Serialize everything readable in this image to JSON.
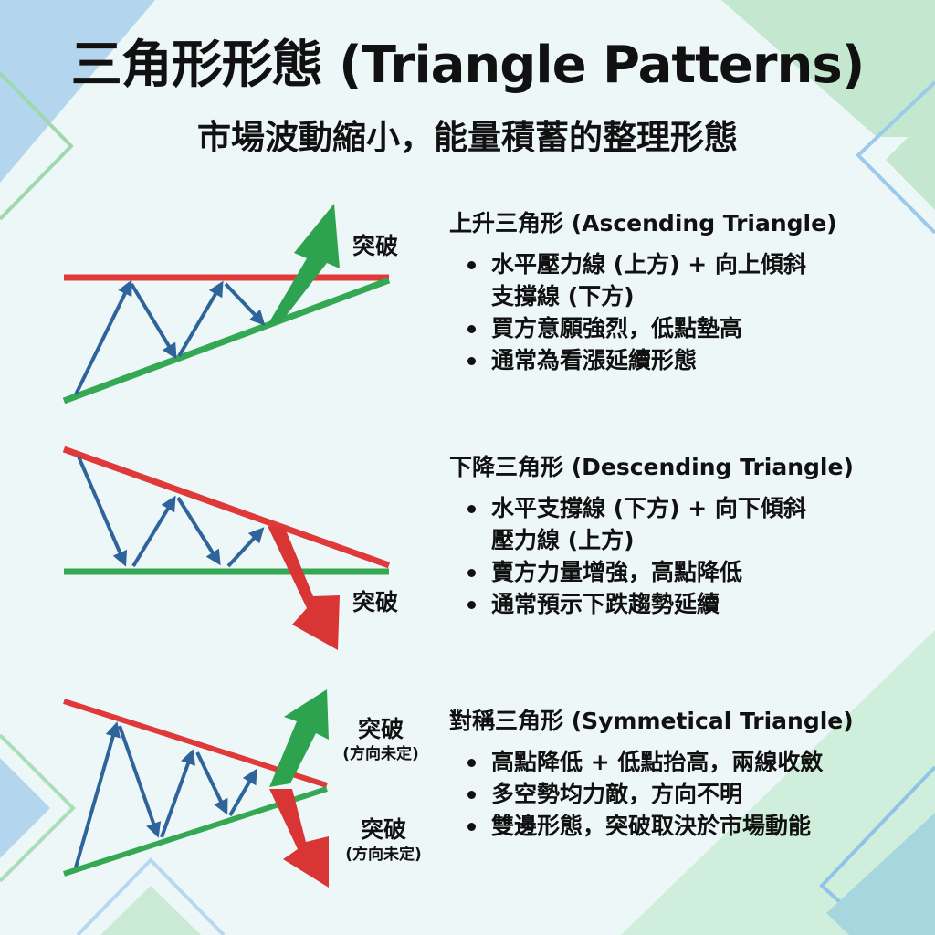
{
  "header": {
    "title": "三角形形態 (Triangle Patterns)",
    "subtitle": "市場波動縮小，能量積蓄的整理形態"
  },
  "colors": {
    "resistance_line": "#e0393a",
    "support_line": "#34a853",
    "price_arrow": "#2f649b",
    "breakout_up": "#2ea34f",
    "breakout_down": "#d93535",
    "background": "#eef7f8",
    "deco_blue": "#a9cfe9",
    "deco_green": "#bfe3c9"
  },
  "panels": [
    {
      "heading": "上升三角形 (Ascending Triangle)",
      "bullets": [
        {
          "line1": "水平壓力線 (上方) + 向上傾斜",
          "line2": "支撐線 (下方)"
        },
        {
          "line1": "買方意願強烈，低點墊高",
          "line2": ""
        },
        {
          "line1": "通常為看漲延續形態",
          "line2": ""
        }
      ],
      "breakout_label": "突破",
      "breakout_note": ""
    },
    {
      "heading": "下降三角形 (Descending Triangle)",
      "bullets": [
        {
          "line1": "水平支撐線 (下方) + 向下傾斜",
          "line2": "壓力線 (上方)"
        },
        {
          "line1": "賣方力量增強，高點降低",
          "line2": ""
        },
        {
          "line1": "通常預示下跌趨勢延續",
          "line2": ""
        }
      ],
      "breakout_label": "突破",
      "breakout_note": ""
    },
    {
      "heading": "對稱三角形 (Symmetical Triangle)",
      "bullets": [
        {
          "line1": "高點降低 + 低點抬高，兩線收斂",
          "line2": ""
        },
        {
          "line1": "多空勢均力敵，方向不明",
          "line2": ""
        },
        {
          "line1": "雙邊形態，突破取決於市場動能",
          "line2": ""
        }
      ],
      "breakout_up_label": "突破",
      "breakout_up_note": "(方向未定)",
      "breakout_down_label": "突破",
      "breakout_down_note": "(方向未定)"
    }
  ]
}
